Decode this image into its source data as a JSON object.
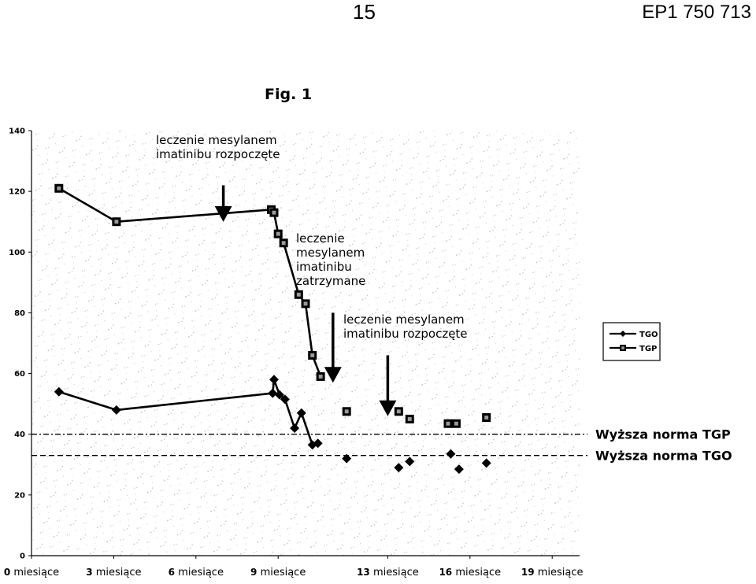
{
  "header": {
    "page_number": "15",
    "patent_number": "EP1 750 713"
  },
  "colors": {
    "ink": "#000000",
    "plot_texture": "#8a8a8a",
    "background": "#ffffff"
  },
  "chart_data": {
    "type": "line",
    "title": "Fig. 1",
    "xlabel": "",
    "ylabel": "",
    "ylim": [
      0,
      140
    ],
    "xlim": [
      0,
      20
    ],
    "y_ticks": [
      0,
      20,
      40,
      60,
      80,
      100,
      120,
      140
    ],
    "x_ticks": [
      {
        "x": 0,
        "num": "0",
        "word": "miesiące"
      },
      {
        "x": 3,
        "num": "3",
        "word": "miesiące"
      },
      {
        "x": 6,
        "num": "6",
        "word": "miesiące"
      },
      {
        "x": 9,
        "num": "9",
        "word": "miesiące"
      },
      {
        "x": 13,
        "num": "13",
        "word": "miesiące"
      },
      {
        "x": 16,
        "num": "16",
        "word": "miesiące"
      },
      {
        "x": 19,
        "num": "19",
        "word": "miesiące"
      }
    ],
    "grid": false,
    "legend_position": "right",
    "series": [
      {
        "name": "TGO",
        "marker": "diamond",
        "connected": [
          [
            1.0,
            54
          ],
          [
            3.1,
            48
          ],
          [
            8.8,
            53.5
          ],
          [
            8.85,
            58
          ],
          [
            9.05,
            53
          ],
          [
            9.25,
            51.5
          ],
          [
            9.6,
            42
          ],
          [
            9.85,
            47
          ],
          [
            10.25,
            36.5
          ],
          [
            10.45,
            37
          ]
        ],
        "isolated": [
          [
            11.5,
            32
          ],
          [
            13.4,
            29
          ],
          [
            13.8,
            31
          ],
          [
            15.3,
            33.5
          ],
          [
            15.6,
            28.5
          ],
          [
            16.6,
            30.5
          ]
        ]
      },
      {
        "name": "TGP",
        "marker": "square",
        "connected": [
          [
            1.0,
            121
          ],
          [
            3.1,
            110
          ],
          [
            8.75,
            114
          ],
          [
            8.85,
            113
          ],
          [
            9.0,
            106
          ],
          [
            9.2,
            103
          ],
          [
            9.75,
            86
          ],
          [
            10.0,
            83
          ],
          [
            10.25,
            66
          ],
          [
            10.55,
            59
          ]
        ],
        "isolated": [
          [
            11.5,
            47.5
          ],
          [
            13.4,
            47.5
          ],
          [
            13.8,
            45
          ],
          [
            15.2,
            43.5
          ],
          [
            15.5,
            43.5
          ],
          [
            16.6,
            45.5
          ]
        ]
      }
    ],
    "reference_lines": [
      {
        "y": 40,
        "label": "Wyższa norma TGP",
        "style": "dash-dot"
      },
      {
        "y": 33,
        "label": "Wyższa norma TGO",
        "style": "dashed"
      }
    ],
    "annotations": [
      {
        "lines": [
          "leczenie mesylanem",
          "imatinibu rozpoczęte"
        ],
        "arrow_x": 7.0,
        "arrow_from": 122,
        "arrow_to": 111
      },
      {
        "lines": [
          "leczenie",
          "mesylanem",
          "imatinibu",
          "zatrzymane"
        ],
        "arrow_x": 11.0,
        "arrow_from": 80,
        "arrow_to": 58
      },
      {
        "lines": [
          "leczenie mesylanem",
          "imatinibu rozpoczęte"
        ],
        "arrow_x": 13.0,
        "arrow_from": 66,
        "arrow_to": 47
      }
    ]
  }
}
